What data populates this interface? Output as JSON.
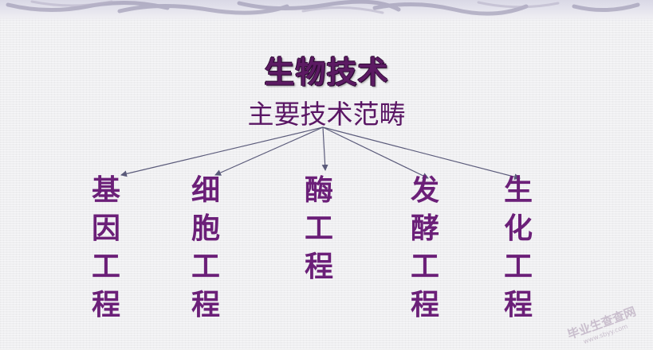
{
  "diagram": {
    "title": "生物技术",
    "subtitle": "主要技术范畴",
    "branches": [
      {
        "chars": [
          "基",
          "因",
          "工",
          "程"
        ]
      },
      {
        "chars": [
          "细",
          "胞",
          "工",
          "程"
        ]
      },
      {
        "chars": [
          "酶",
          "工",
          "程"
        ]
      },
      {
        "chars": [
          "发",
          "酵",
          "工",
          "程"
        ]
      },
      {
        "chars": [
          "生",
          "化",
          "工",
          "程"
        ]
      }
    ]
  },
  "colors": {
    "title": "#5c1a63",
    "branch_text": "#6b1f78",
    "arrow": "#5a5a7a",
    "banner": "#d9d8e6"
  },
  "watermark": {
    "text": "毕业生查查网",
    "url": "www.sbyy.com"
  }
}
